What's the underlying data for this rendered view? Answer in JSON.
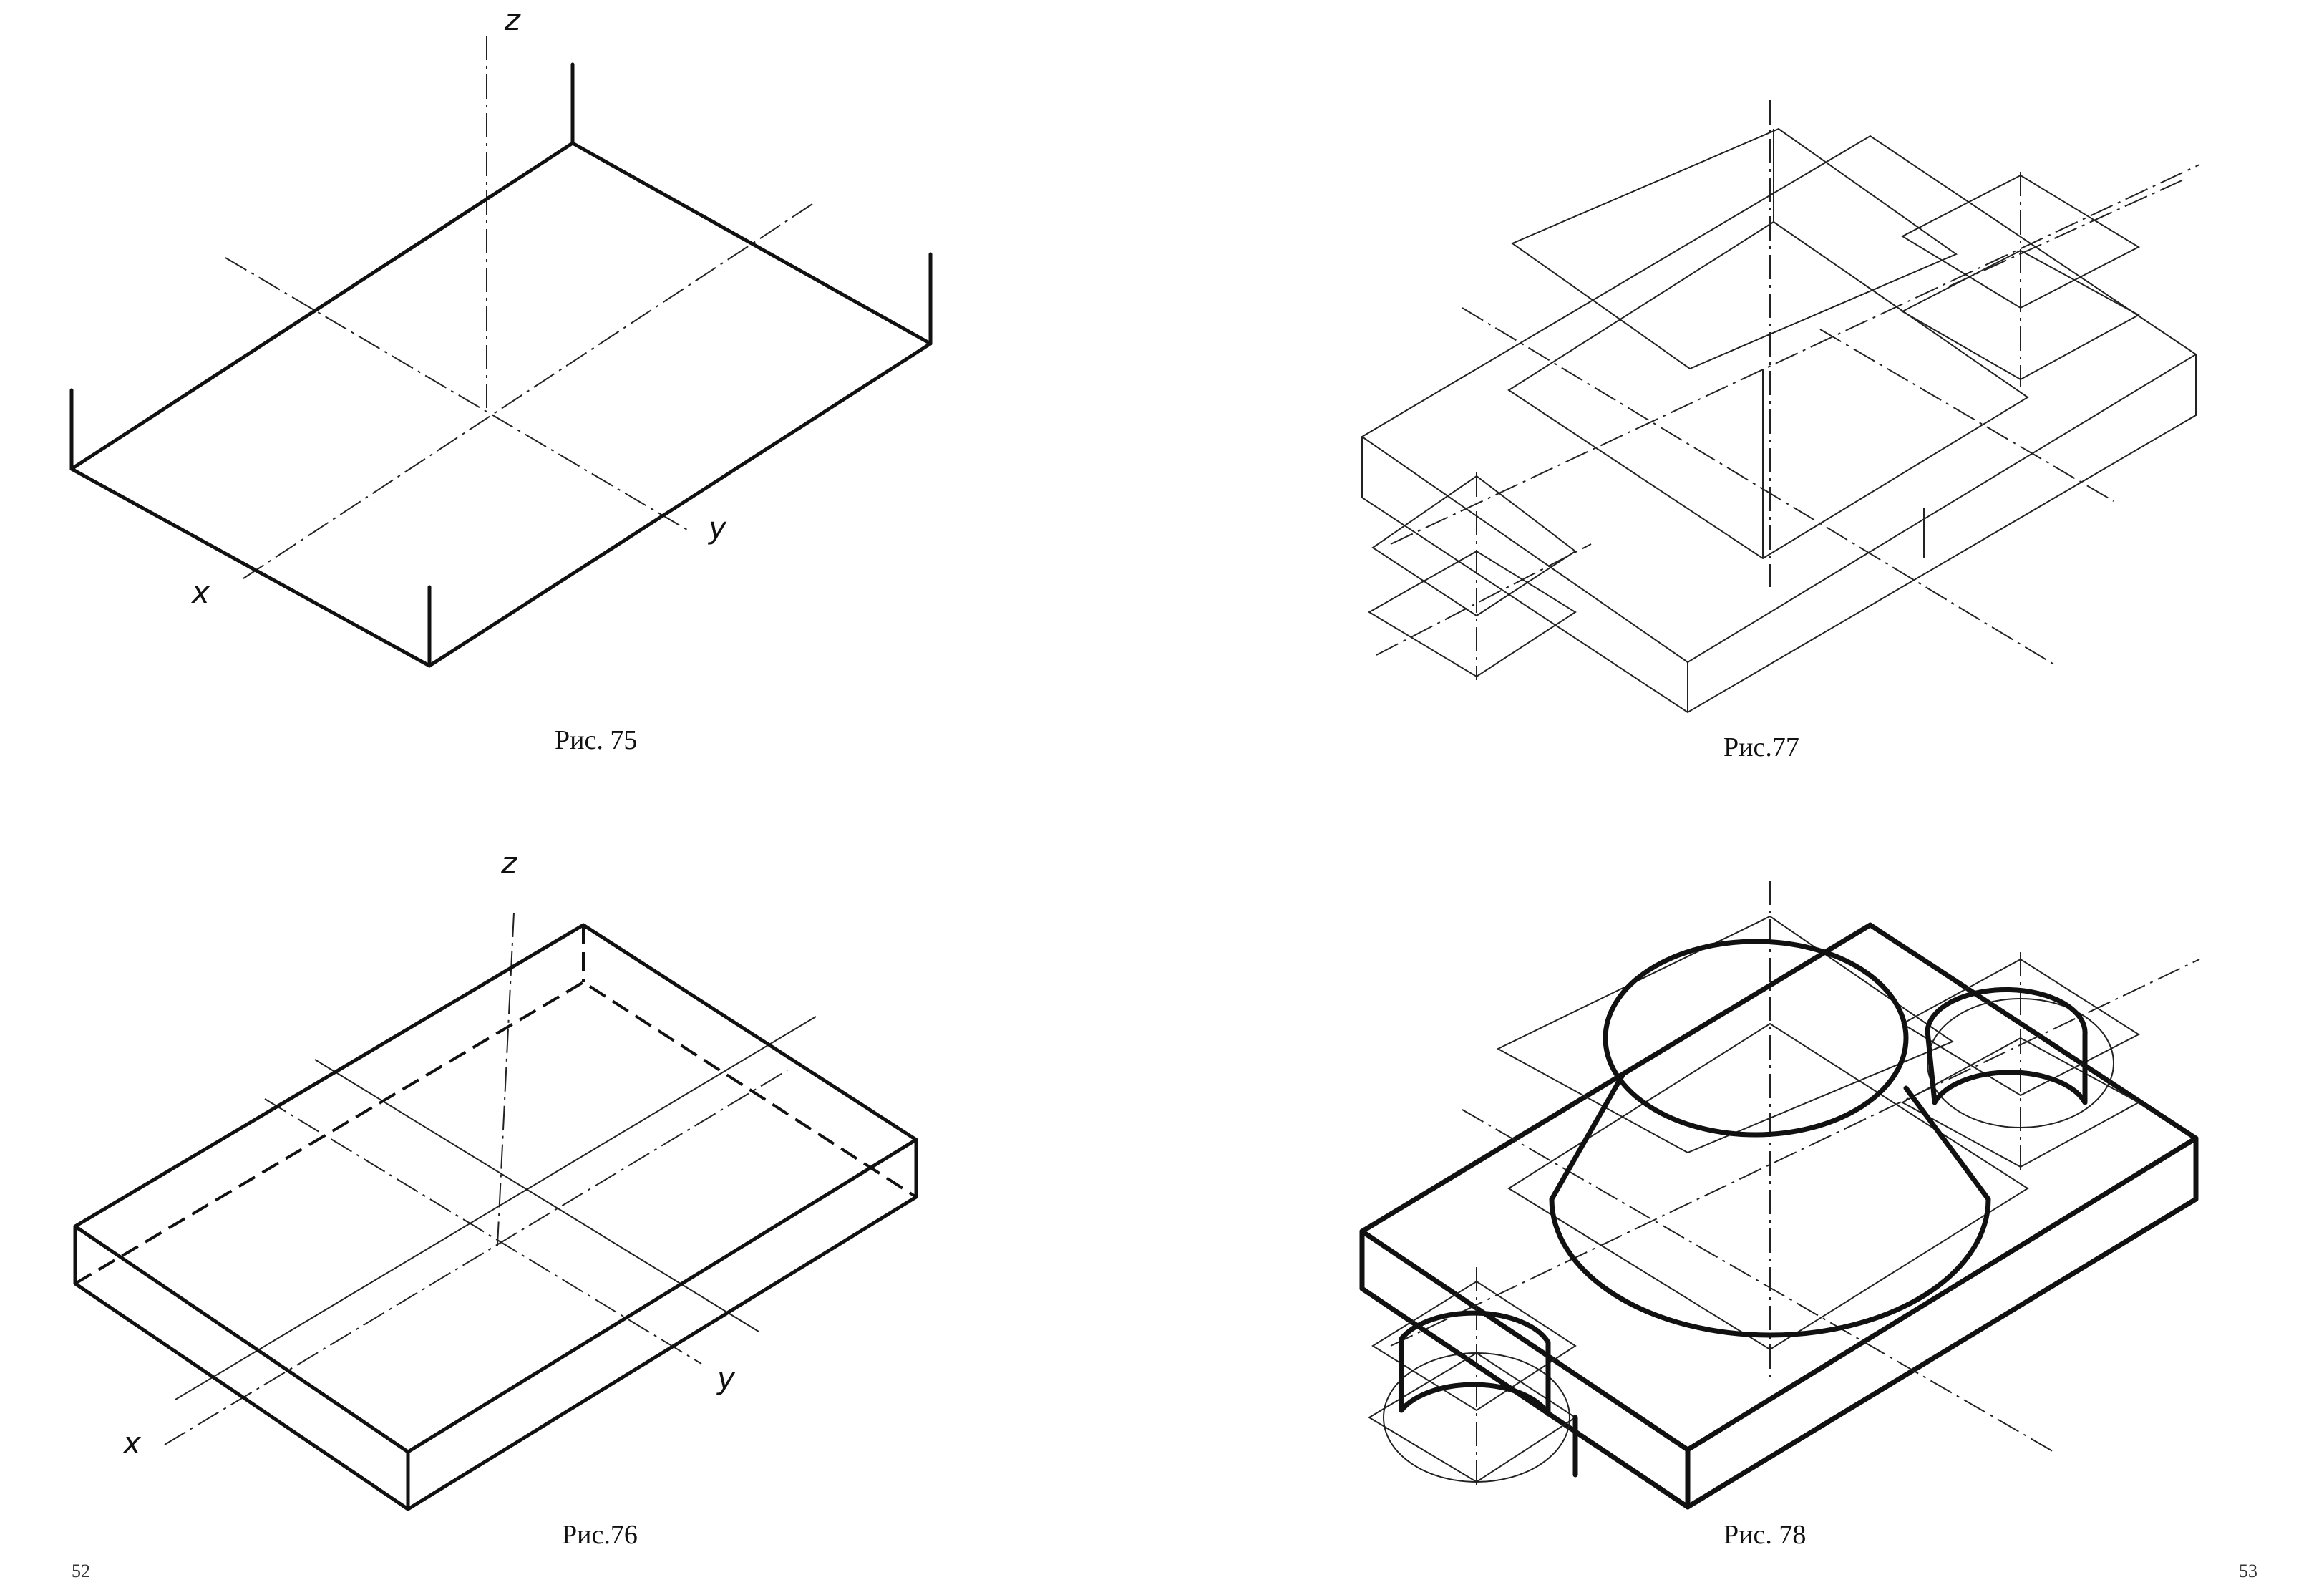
{
  "figures": {
    "fig75": {
      "caption": "Рис. 75",
      "axis_z": "z",
      "axis_x": "x",
      "axis_y": "y"
    },
    "fig76": {
      "caption": "Рис.76",
      "axis_z": "z",
      "axis_x": "x",
      "axis_y": "y"
    },
    "fig77": {
      "caption": "Рис.77"
    },
    "fig78": {
      "caption": "Рис. 78"
    }
  },
  "pages": {
    "left_number": "52",
    "right_number": "53"
  }
}
